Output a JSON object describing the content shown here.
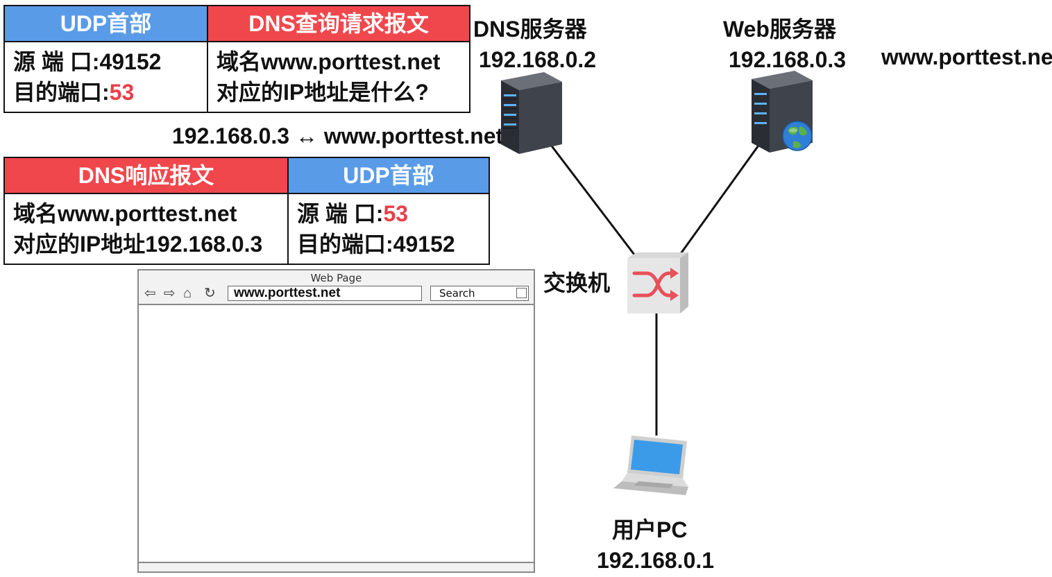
{
  "query_packet": {
    "udp_header_label": "UDP首部",
    "dns_label": "DNS查询请求报文",
    "src_port_label": "源 端 口:",
    "src_port": "49152",
    "dst_port_label": "目的端口:",
    "dst_port": "53",
    "line1": "域名www.porttest.net",
    "line2": "对应的IP地址是什么?"
  },
  "mapping": "192.168.0.3 ↔ www.porttest.net",
  "response_packet": {
    "dns_label": "DNS响应报文",
    "udp_header_label": "UDP首部",
    "line1": "域名www.porttest.net",
    "line2": "对应的IP地址192.168.0.3",
    "src_port_label": "源 端 口:",
    "src_port": "53",
    "dst_port_label": "目的端口:",
    "dst_port": "49152"
  },
  "dns_server": {
    "name": "DNS服务器",
    "ip": "192.168.0.2"
  },
  "web_server": {
    "name": "Web服务器",
    "ip": "192.168.0.3",
    "domain": "www.porttest.net"
  },
  "switch": {
    "name": "交换机"
  },
  "pc": {
    "name": "用户PC",
    "ip": "192.168.0.1"
  },
  "browser": {
    "title": "Web Page",
    "url": "www.porttest.net",
    "search_placeholder": "Search"
  },
  "colors": {
    "udp_blue": "#5a9be8",
    "dns_red": "#f0474d",
    "port_red": "#e8404a",
    "link": "#111111"
  }
}
